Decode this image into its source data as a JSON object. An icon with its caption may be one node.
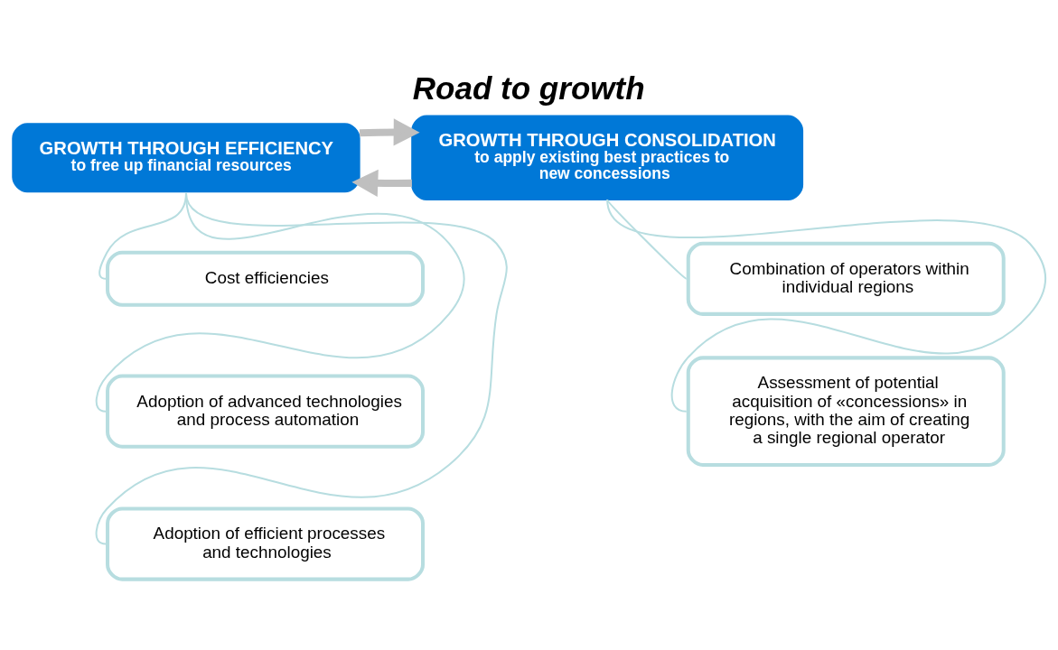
{
  "diagram": {
    "title": "Road to growth",
    "nodes": [
      {
        "text": [
          "GROWTH THROUGH EFFICIENCY",
          "to free up financial resources"
        ]
      },
      {
        "text": [
          "GROWTH THROUGH CONSOLIDATION",
          "to apply existing best practices to new concessions"
        ]
      },
      {
        "text": [
          "Cost efficiencies"
        ]
      },
      {
        "text": [
          "Adoption of advanced technologies and process automation"
        ]
      },
      {
        "text": [
          "Adoption of efficient processes and technologies"
        ]
      },
      {
        "text": [
          "Combination of operators within individual regions"
        ]
      },
      {
        "text": [
          "Assessment of potential acquisition of «concessions» in regions, with the aim of creating a single regional operator"
        ]
      }
    ],
    "edges": [
      {
        "from": 1,
        "to": 0,
        "arrow": "to",
        "style": "thick",
        "color": "#bfbfbf"
      },
      {
        "from": 0,
        "to": 1,
        "arrow": "to",
        "style": "thick",
        "color": "#bfbfbf"
      },
      {
        "from": 0,
        "to": 2,
        "arrow": "none"
      },
      {
        "from": 0,
        "to": 3,
        "arrow": "none"
      },
      {
        "from": 0,
        "to": 4,
        "arrow": "none"
      },
      {
        "from": 1,
        "to": 5,
        "arrow": "none"
      },
      {
        "from": 1,
        "to": 6,
        "arrow": "none"
      }
    ]
  }
}
